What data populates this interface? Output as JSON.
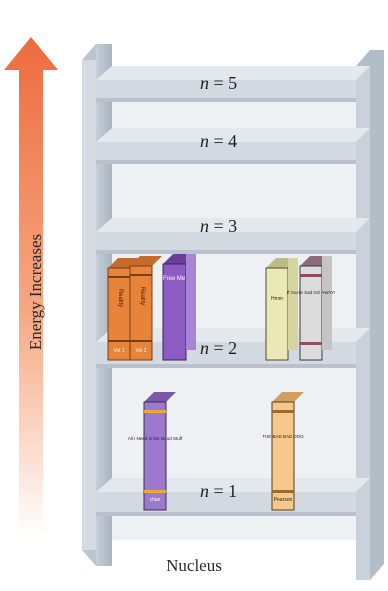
{
  "diagram": {
    "axis_label": "Energy Increases",
    "base_label": "Nucleus",
    "shelves": [
      {
        "n": "n",
        "eq": " = 5"
      },
      {
        "n": "n",
        "eq": " = 4"
      },
      {
        "n": "n",
        "eq": " = 3"
      },
      {
        "n": "n",
        "eq": " = 2"
      },
      {
        "n": "n",
        "eq": " = 1"
      }
    ],
    "books_level2": [
      {
        "spine": "Reality",
        "foot": "Vol 1",
        "color": "#e8833a"
      },
      {
        "spine": "Reality",
        "foot": "Vol 2",
        "color": "#e8833a"
      },
      {
        "spine": "Free Me",
        "foot": "",
        "color": "#8d5cc2"
      },
      {
        "spine": "Hmm",
        "foot": "",
        "color": "#e9e8b6"
      },
      {
        "spine": "If You're Sad GO AWAY!",
        "foot": "",
        "color": "#dcdcdc"
      }
    ],
    "books_level1": [
      {
        "spine": "All I Need Is the Good Stuff",
        "foot": "chan",
        "color": "#9c79cc"
      },
      {
        "spine": "THE BAD BAD DOG",
        "foot": "Pearson",
        "color": "#f6c78b"
      }
    ],
    "colors": {
      "arrow_top": "#ee6b3e",
      "shelf": "#d8dfe6",
      "post": "#a9b4c1"
    }
  }
}
